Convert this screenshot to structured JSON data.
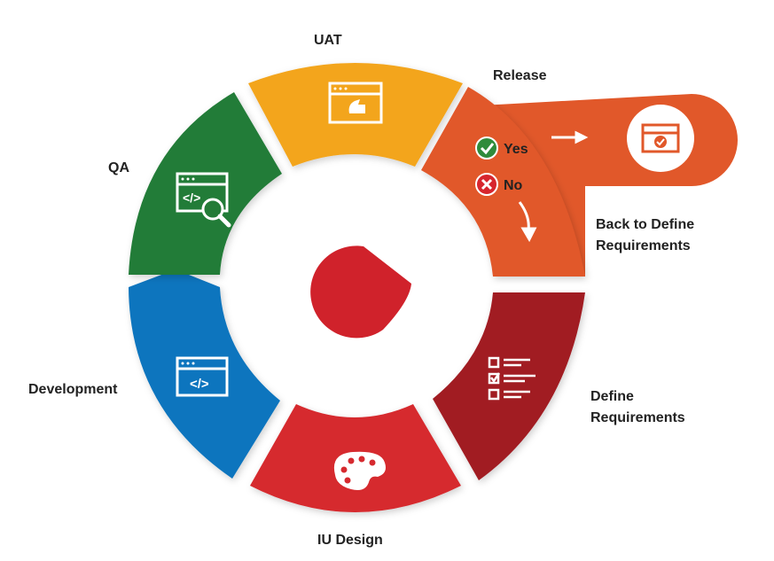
{
  "stages": {
    "uat": {
      "label": "UAT",
      "color": "#f3a51f",
      "icon": "browser-hand-icon"
    },
    "release": {
      "label": "Release",
      "color": "#e1582a",
      "icon": "browser-check-icon",
      "yes": "Yes",
      "no": "No"
    },
    "define": {
      "label_line1": "Define",
      "label_line2": "Requirements",
      "color": "#a11c24",
      "icon": "checklist-icon"
    },
    "design": {
      "label": "IU Design",
      "color": "#d62a2f",
      "icon": "palette-icon"
    },
    "development": {
      "label": "Development",
      "color": "#0e74be",
      "icon": "code-window-icon"
    },
    "qa": {
      "label": "QA",
      "color": "#237b37",
      "icon": "code-search-icon"
    }
  },
  "back_to": {
    "line1": "Back to Define",
    "line2": "Requirements"
  },
  "center_color": "#d0222b",
  "yes_color": "#2f8b3b",
  "no_color": "#d7262e"
}
